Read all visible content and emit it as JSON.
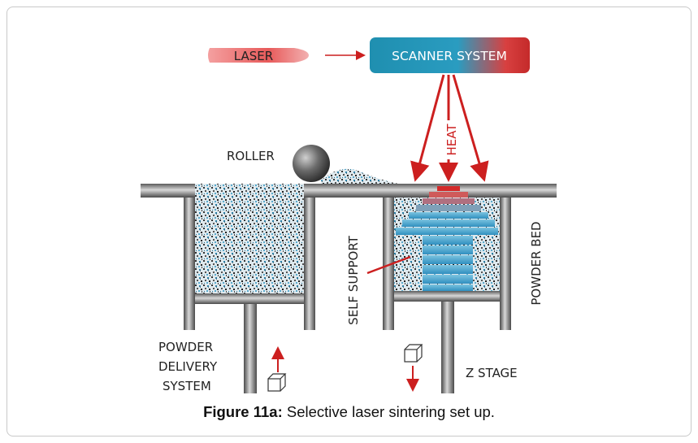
{
  "labels": {
    "laser": "LASER",
    "scanner_system": "SCANNER SYSTEM",
    "heat": "HEAT",
    "roller": "ROLLER",
    "self_support": "SELF SUPPORT",
    "powder_bed": "POWDER BED",
    "powder_delivery_line1": "POWDER",
    "powder_delivery_line2": "DELIVERY",
    "powder_delivery_line3": "SYSTEM",
    "z_stage": "Z STAGE"
  },
  "caption": {
    "label": "Figure 11a:",
    "text": " Selective laser sintering set up."
  },
  "colors": {
    "arrow_red": "#cc1f1f",
    "part_blue": "#2f8fbf",
    "part_top_red": "#d42a2a",
    "scanner_teal": "#1f8fb0",
    "metal_dark": "#555555",
    "metal_light": "#bdbdbd"
  }
}
